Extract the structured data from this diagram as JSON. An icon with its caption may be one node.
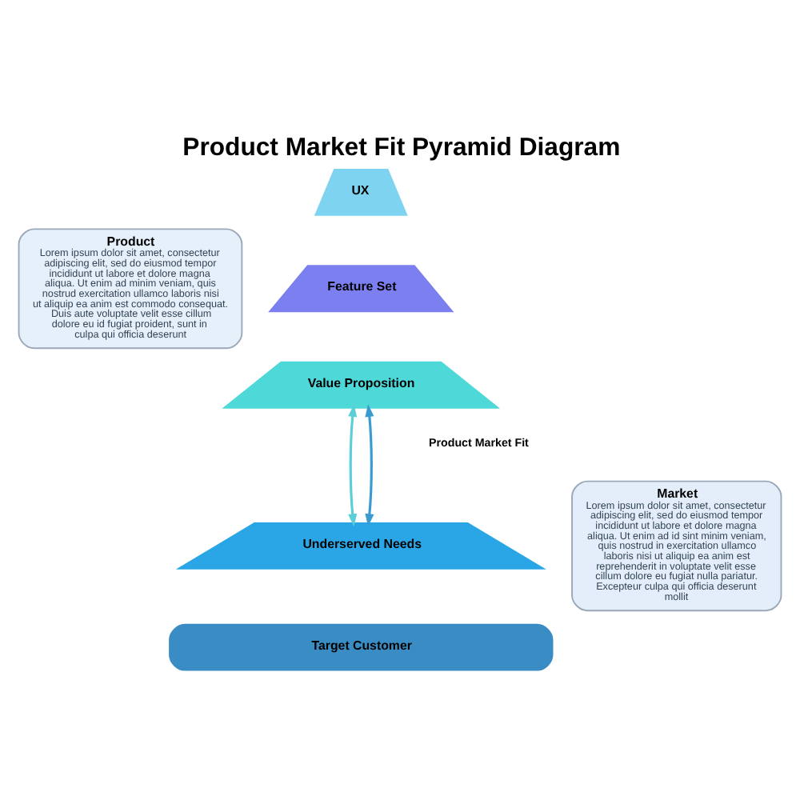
{
  "diagram": {
    "title": "Product Market Fit Pyramid Diagram",
    "nodes": [
      {
        "text": [
          "Product",
          "Lorem ipsum dolor sit amet, consectetur adipiscing elit, sed do eiusmod tempor incididunt ut labore et dolore magna aliqua. Ut enim ad minim veniam, quis nostrud exercitation ullamco laboris nisi ut aliquip ea anim est commodo consequat. Duis aute voluptate velit esse cillum dolore eu id fugiat proident, sunt in culpa qui officia deserunt"
        ]
      },
      {
        "text": [
          "UX"
        ]
      },
      {
        "text": [
          "Feature Set"
        ]
      },
      {
        "text": [
          "Value Proposition"
        ]
      },
      {
        "text": [
          "Underserved Needs"
        ]
      },
      {
        "text": [
          "Target Customer"
        ]
      },
      {
        "text": [
          "Market",
          "Lorem ipsum dolor sit amet, consectetur adipiscing elit, sed do eiusmod tempor incididunt ut labore et dolore magna aliqua. Ut enim ad id sint minim veniam, quis nostrud in exercitation ullamco laboris nisi ut aliquip ea anim est reprehenderit in voluptate velit esse cillum dolore eu fugiat nulla pariatur. Excepteur culpa qui officia deserunt mollit"
        ]
      }
    ],
    "edges": [
      {
        "from": 3,
        "to": 4,
        "arrow": "both",
        "color": "#5ccfd6"
      },
      {
        "from": 3,
        "to": 4,
        "arrow": "both",
        "color": "#3a9bd0"
      }
    ],
    "labels": [
      "Product Market Fit"
    ]
  }
}
